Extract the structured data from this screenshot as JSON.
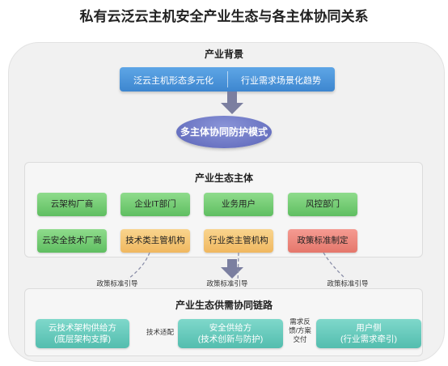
{
  "title": "私有云泛云主机安全产业生态与各主体协同关系",
  "background": {
    "heading": "产业背景",
    "items": [
      "泛云主机形态多元化",
      "行业需求场景化趋势"
    ]
  },
  "core_mode": "多主体协同防护模式",
  "entities": {
    "heading": "产业生态主体",
    "row1": [
      "云架构厂商",
      "企业IT部门",
      "业务用户",
      "风控部门"
    ],
    "row2": [
      "云安全技术厂商",
      "技术类主管机构",
      "行业类主管机构",
      "政策标准制定"
    ]
  },
  "policy_label": "政策标准引导",
  "chain": {
    "heading": "产业生态供需协同链路",
    "nodes": [
      {
        "line1": "云技术架构供给方",
        "line2": "(底层架构支撑)"
      },
      {
        "line1": "安全供给方",
        "line2": "(技术创新与防护)"
      },
      {
        "line1": "用户侧",
        "line2": "(行业需求牵引)"
      }
    ],
    "link_left": "技术适配",
    "link_right": [
      "需求反",
      "馈/方案",
      "交付"
    ]
  },
  "colors": {
    "blue": "#3d86cf",
    "purple": "#5b64b8",
    "green": "#5fbe61",
    "orange": "#f0b860",
    "red": "#e5776b",
    "teal": "#53bdae",
    "arrow": "#7b7fa0"
  }
}
